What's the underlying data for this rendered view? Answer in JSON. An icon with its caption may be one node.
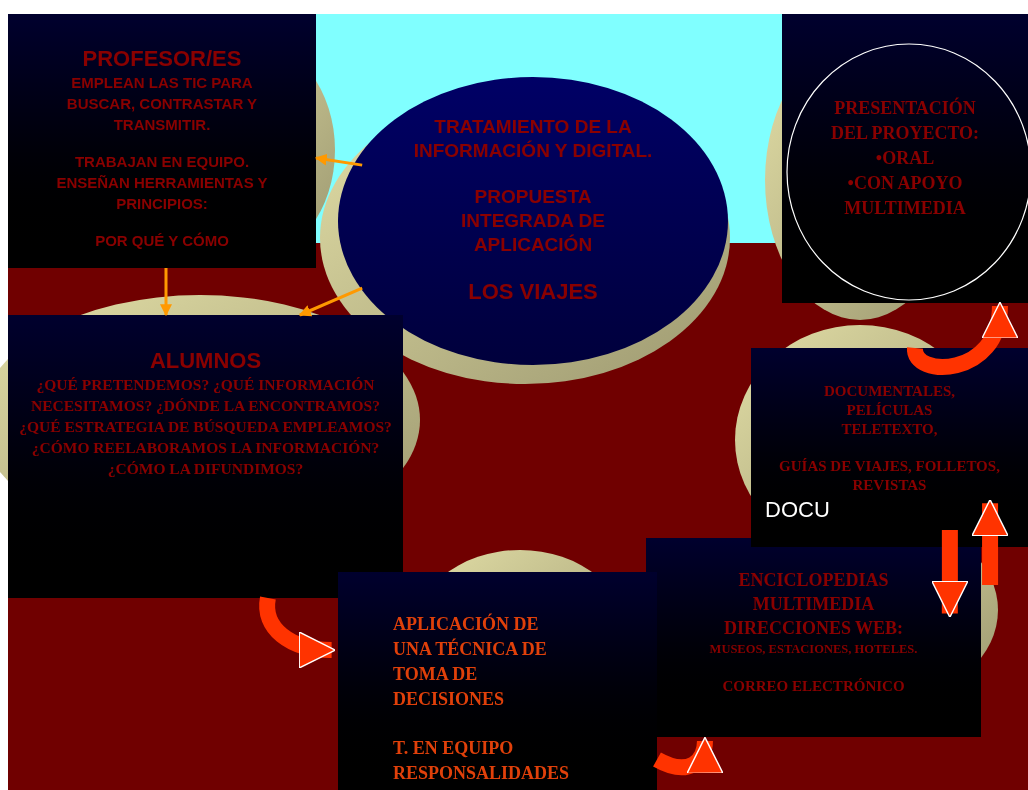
{
  "diagram": {
    "nodes": [
      {
        "text": [
          "PROFESOR/ES",
          "EMPLEAN LAS TIC PARA BUSCAR, CONTRASTAR Y TRANSMITIR.",
          "TRABAJAN EN EQUIPO. ENSEÑAN HERRAMIENTAS Y PRINCIPIOS:",
          "POR QUÉ Y CÓMO"
        ]
      },
      {
        "text": [
          "TRATAMIENTO DE LA INFORMACIÓN Y DIGITAL.",
          "PROPUESTA INTEGRADA DE APLICACIÓN",
          "LOS VIAJES"
        ]
      },
      {
        "text": [
          "PRESENTACIÓN DEL PROYECTO:",
          "•ORAL",
          "•CON APOYO MULTIMEDIA"
        ]
      },
      {
        "text": [
          "ALUMNOS",
          "¿QUÉ PRETENDEMOS? ¿QUÉ INFORMACIÓN NECESITAMOS? ¿DÓNDE LA ENCONTRAMOS? ¿QUÉ ESTRATEGIA DE BÚSQUEDA EMPLEAMOS? ¿CÓMO REELABORAMOS LA INFORMACIÓN? ¿CÓMO LA DIFUNDIMOS?"
        ]
      },
      {
        "text": [
          "DOCUMENTALES, PELÍCULAS TELETEXTO,",
          "GUÍAS DE VIAJES, FOLLETOS, REVISTAS"
        ]
      },
      {
        "text": [
          "APLICACIÓN DE UNA TÉCNICA DE TOMA DE DECISIONES",
          "T. EN EQUIPO RESPONSALIDADES"
        ]
      },
      {
        "text": [
          "ENCICLOPEDIAS MULTIMEDIA",
          "DIRECCIONES WEB:",
          "MUSEOS, ESTACIONES, HOTELES.",
          "CORREO ELECTRÓNICO"
        ]
      }
    ],
    "edges": [
      {
        "from": 1,
        "to": 0,
        "arrow": "to",
        "color": "#ff9900"
      },
      {
        "from": 0,
        "to": 3,
        "arrow": "to",
        "color": "#ff9900"
      },
      {
        "from": 1,
        "to": 3,
        "arrow": "to",
        "color": "#ff9900"
      },
      {
        "from": 3,
        "to": 5,
        "arrow": "to"
      },
      {
        "from": 5,
        "to": 6,
        "arrow": "to"
      },
      {
        "from": 6,
        "to": 4,
        "arrow": "to"
      },
      {
        "from": 4,
        "to": 6,
        "arrow": "to"
      },
      {
        "from": 4,
        "to": 2,
        "arrow": "to"
      }
    ],
    "labels": [
      "DOCU"
    ]
  }
}
